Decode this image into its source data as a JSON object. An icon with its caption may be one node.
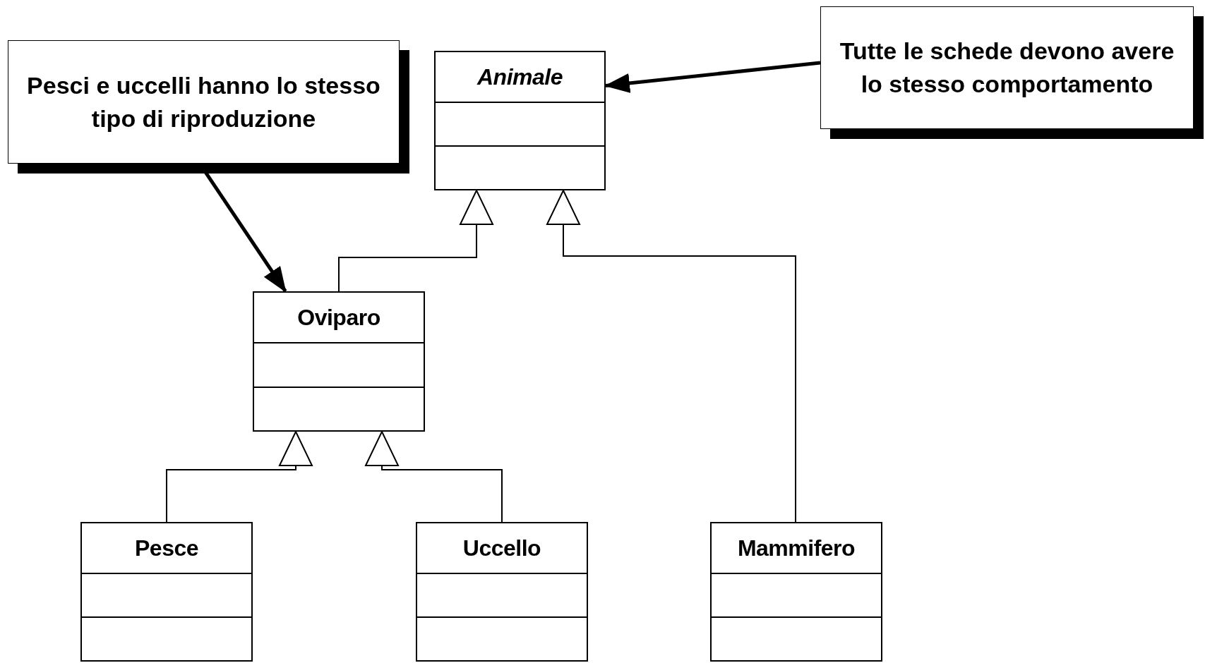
{
  "diagram": {
    "nodes": [
      {
        "text": [
          "Pesci e uccelli hanno lo stesso tipo di riproduzione"
        ]
      },
      {
        "text": [
          "Animale"
        ]
      },
      {
        "text": [
          "Tutte le schede devono avere lo stesso comportamento"
        ]
      },
      {
        "text": [
          "Oviparo"
        ]
      },
      {
        "text": [
          "Pesce"
        ]
      },
      {
        "text": [
          "Uccello"
        ]
      },
      {
        "text": [
          "Mammifero"
        ]
      }
    ],
    "edges": [
      {
        "from": 3,
        "to": 1,
        "arrow": "to"
      },
      {
        "from": 6,
        "to": 1,
        "arrow": "to"
      },
      {
        "from": 4,
        "to": 3,
        "arrow": "to"
      },
      {
        "from": 5,
        "to": 3,
        "arrow": "to"
      },
      {
        "from": 0,
        "to": 3,
        "arrow": "to",
        "style": "thick"
      },
      {
        "from": 2,
        "to": 1,
        "arrow": "to",
        "style": "thick"
      }
    ]
  }
}
